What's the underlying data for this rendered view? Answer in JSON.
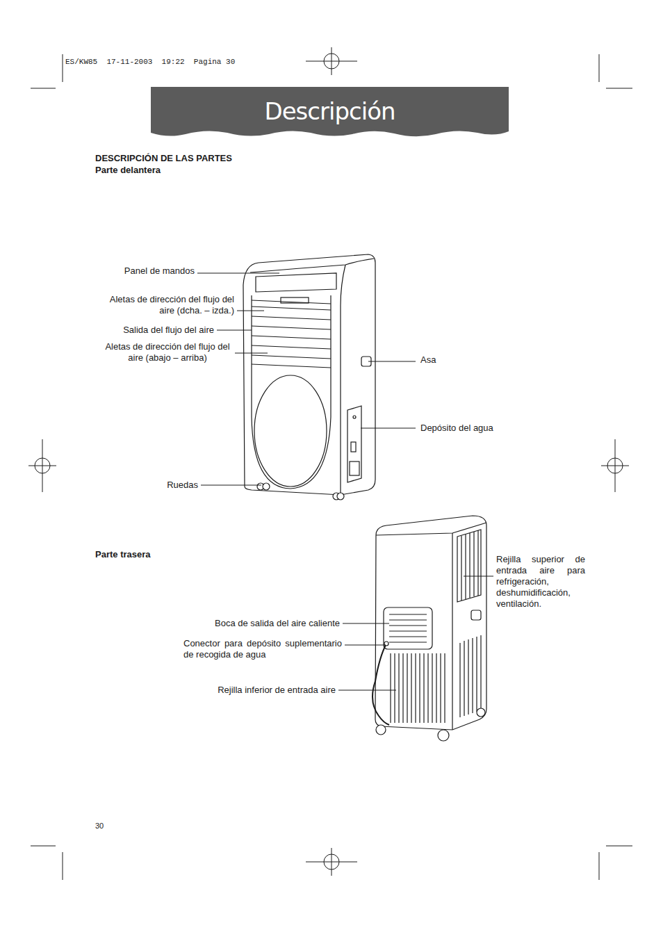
{
  "diagram": {
    "nodes": [
      {
        "text": [
          "Descripción"
        ]
      }
    ],
    "labels": [
      "ES/KW85  17-11-2003  19:22  Pagina 30",
      "DESCRIPCIÓN DE LAS PARTES",
      "Parte delantera",
      "Panel de mandos",
      "Aletas de dirección del flujo del aire (dcha. – izda.)",
      "Salida del flujo del aire",
      "Aletas de dirección del flujo del aire (abajo – arriba)",
      "Asa",
      "Depósito del agua",
      "Ruedas",
      "Parte trasera",
      "Rejilla superior de entrada aire para refrigeración, deshumidificación, ventilación.",
      "Boca de salida del aire caliente",
      "Conector para depósito suplementario de recogida de agua",
      "Rejilla inferior de entrada aire",
      "30"
    ]
  }
}
